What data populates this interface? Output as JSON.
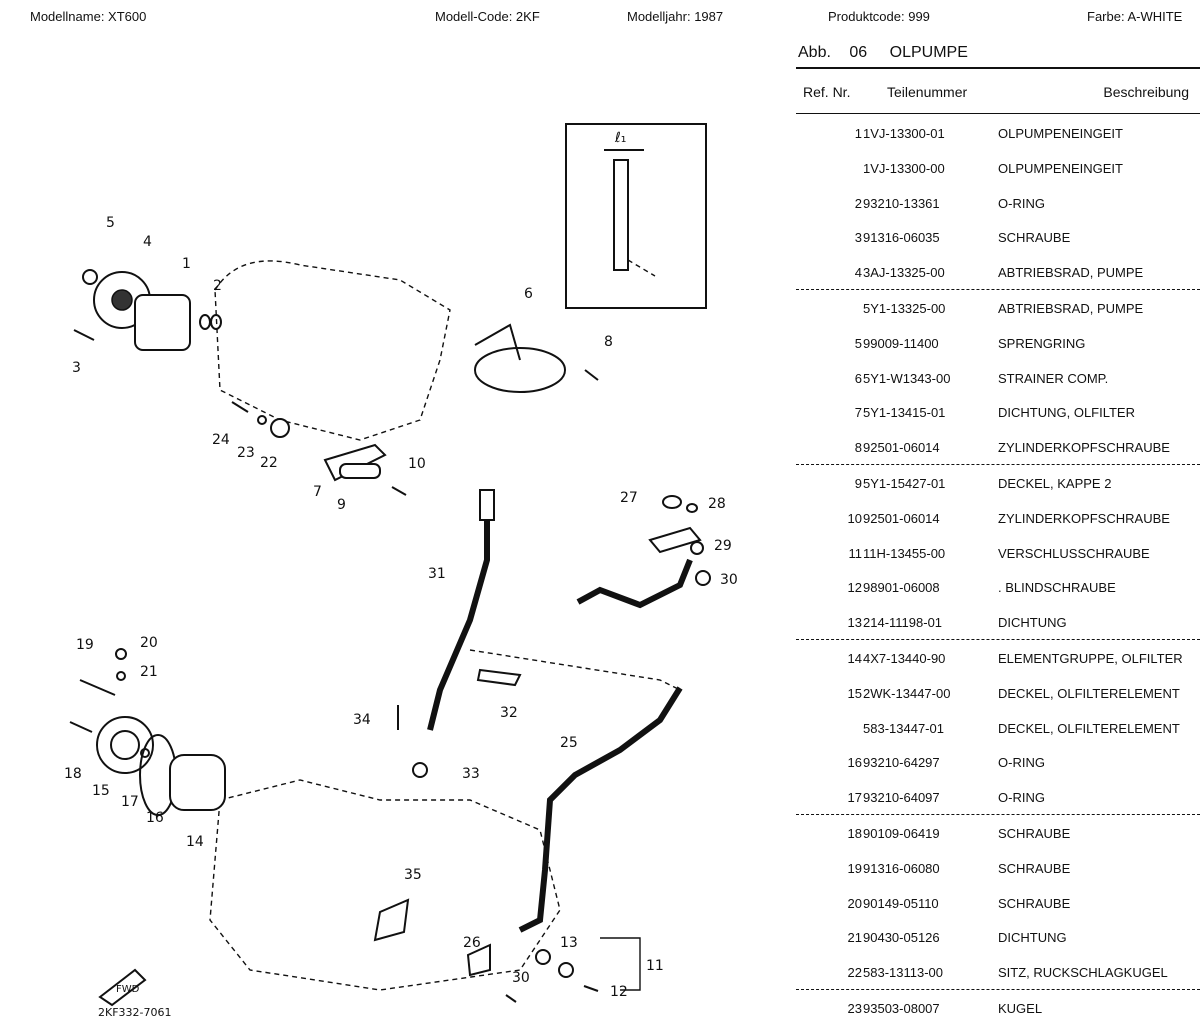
{
  "header": {
    "model_name": "Modellname:  XT600",
    "model_code": "Modell-Code:  2KF",
    "model_year": "Modelljahr:  1987",
    "product_code": "Produktcode:  999",
    "color": "Farbe:  A-WHITE"
  },
  "figure": {
    "abb": "Abb.",
    "number": "06",
    "name": "OLPUMPE"
  },
  "columns": {
    "ref": "Ref. Nr.",
    "part": "Teilenummer",
    "desc": "Beschreibung"
  },
  "parts": [
    {
      "ref": "1",
      "part": "1VJ-13300-01",
      "desc": "OLPUMPENEINGEIT"
    },
    {
      "ref": "",
      "part": "1VJ-13300-00",
      "desc": "OLPUMPENEINGEIT"
    },
    {
      "ref": "2",
      "part": "93210-13361",
      "desc": "O-RING"
    },
    {
      "ref": "3",
      "part": "91316-06035",
      "desc": "SCHRAUBE"
    },
    {
      "ref": "4",
      "part": "3AJ-13325-00",
      "desc": "ABTRIEBSRAD, PUMPE"
    },
    {
      "ref": "",
      "part": "5Y1-13325-00",
      "desc": "ABTRIEBSRAD, PUMPE"
    },
    {
      "ref": "5",
      "part": "99009-11400",
      "desc": "SPRENGRING"
    },
    {
      "ref": "6",
      "part": "5Y1-W1343-00",
      "desc": "STRAINER COMP."
    },
    {
      "ref": "7",
      "part": "5Y1-13415-01",
      "desc": "DICHTUNG, OLFILTER"
    },
    {
      "ref": "8",
      "part": "92501-06014",
      "desc": "ZYLINDERKOPFSCHRAUBE"
    },
    {
      "ref": "9",
      "part": "5Y1-15427-01",
      "desc": "DECKEL, KAPPE 2"
    },
    {
      "ref": "10",
      "part": "92501-06014",
      "desc": "ZYLINDERKOPFSCHRAUBE"
    },
    {
      "ref": "11",
      "part": "11H-13455-00",
      "desc": "VERSCHLUSSCHRAUBE"
    },
    {
      "ref": "12",
      "part": "98901-06008",
      "desc": ". BLINDSCHRAUBE"
    },
    {
      "ref": "13",
      "part": "214-11198-01",
      "desc": "DICHTUNG"
    },
    {
      "ref": "14",
      "part": "4X7-13440-90",
      "desc": "ELEMENTGRUPPE, OLFILTER"
    },
    {
      "ref": "15",
      "part": "2WK-13447-00",
      "desc": "DECKEL, OLFILTERELEMENT"
    },
    {
      "ref": "",
      "part": "583-13447-01",
      "desc": "DECKEL, OLFILTERELEMENT"
    },
    {
      "ref": "16",
      "part": "93210-64297",
      "desc": "O-RING"
    },
    {
      "ref": "17",
      "part": "93210-64097",
      "desc": "O-RING"
    },
    {
      "ref": "18",
      "part": "90109-06419",
      "desc": "SCHRAUBE"
    },
    {
      "ref": "19",
      "part": "91316-06080",
      "desc": "SCHRAUBE"
    },
    {
      "ref": "20",
      "part": "90149-05110",
      "desc": "SCHRAUBE"
    },
    {
      "ref": "21",
      "part": "90430-05126",
      "desc": "DICHTUNG"
    },
    {
      "ref": "22",
      "part": "583-13113-00",
      "desc": "SITZ, RUCKSCHLAGKUGEL"
    },
    {
      "ref": "23",
      "part": "93503-08007",
      "desc": "KUGEL"
    }
  ],
  "separators_after": [
    4,
    9,
    14,
    19,
    24
  ],
  "diagram": {
    "fwd_label": "FWD",
    "drawing_code": "2KF332-7061",
    "inset_dim": "ℓ₁",
    "callouts": [
      "1",
      "2",
      "3",
      "4",
      "5",
      "6",
      "7",
      "8",
      "9",
      "10",
      "11",
      "12",
      "13",
      "14",
      "15",
      "16",
      "17",
      "18",
      "19",
      "20",
      "21",
      "22",
      "23",
      "24",
      "25",
      "26",
      "27",
      "28",
      "29",
      "30",
      "31",
      "32",
      "33",
      "34",
      "35",
      "30"
    ]
  }
}
